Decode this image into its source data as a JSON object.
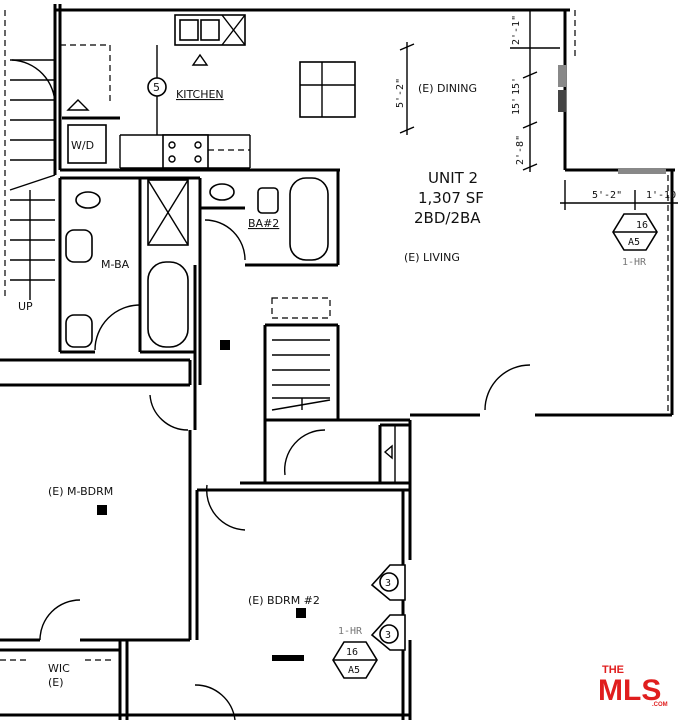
{
  "unit": {
    "name": "UNIT 2",
    "area": "1,307 SF",
    "beds_baths": "2BD/2BA"
  },
  "rooms": {
    "kitchen": "KITCHEN",
    "dining": "(E) DINING",
    "living": "(E) LIVING",
    "master_bath": "M-BA",
    "bath2": "BA#2",
    "master_bedroom": "(E) M-BDRM",
    "bedroom2": "(E) BDRM #2",
    "wic_line1": "WIC",
    "wic_line2": "(E)",
    "stair_up": "UP",
    "washer_dryer": "W/D"
  },
  "dimensions": {
    "dining_height": "5'-2\"",
    "top_right": "2'-1\"",
    "right_1": "15'",
    "right_2": "15'",
    "right_3": "2'-8\"",
    "right_4": "5'-2\"",
    "right_5": "1'-10"
  },
  "tags": {
    "kitchen_tag": "5",
    "detail_living_num": "16",
    "detail_living_sheet": "A5",
    "fire_rating_living": "1-HR",
    "window_tag_1": "3",
    "window_tag_2": "3",
    "fire_rating_bdrm": "1-HR",
    "detail_bdrm_num": "16",
    "detail_bdrm_sheet": "A5"
  },
  "logo": {
    "the": "THE",
    "mls": "MLS",
    "dotcom": ".COM"
  },
  "colors": {
    "line": "#000000",
    "logo_red": "#e01e1e",
    "gray_text": "#777777"
  }
}
